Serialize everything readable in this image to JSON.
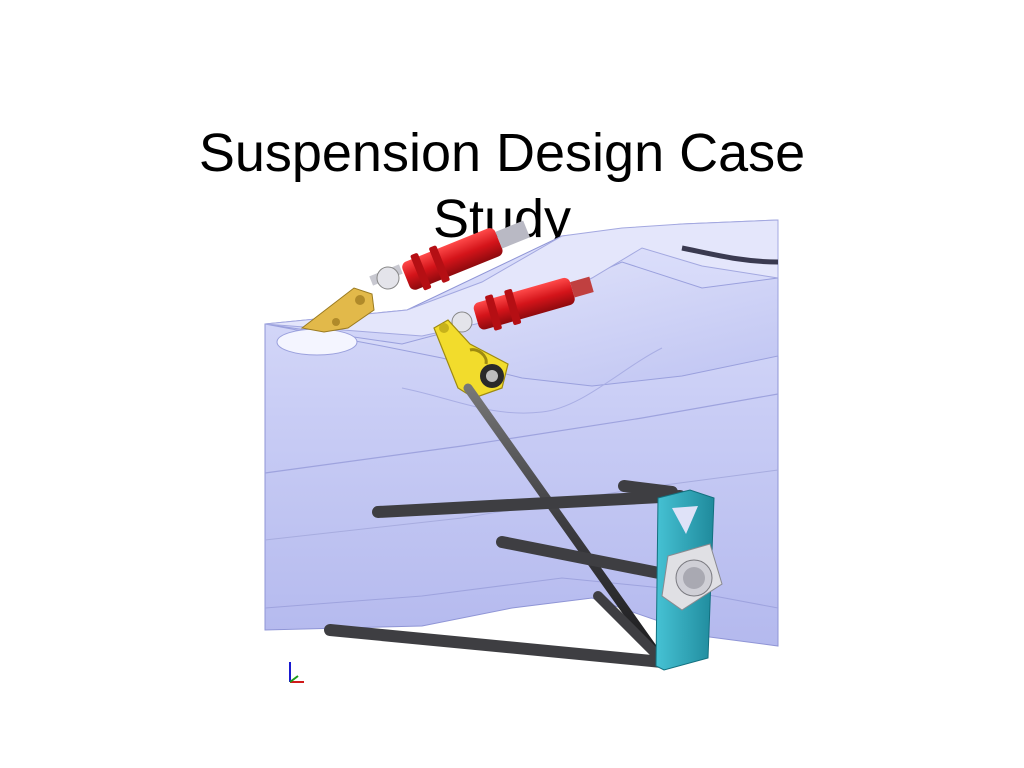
{
  "slide": {
    "title_line1": "Suspension Design Case",
    "title_line2": "Study"
  },
  "figure": {
    "icon": "cad-suspension-rendering",
    "colors": {
      "body": "#c9cdf5",
      "body_shadow": "#aeb4e8",
      "damper": "#d4141a",
      "rocker_front": "#f2dc2c",
      "rocker_rear": "#e2b94a",
      "links": "#3e3e42",
      "upright": "#2fa7bb"
    }
  }
}
